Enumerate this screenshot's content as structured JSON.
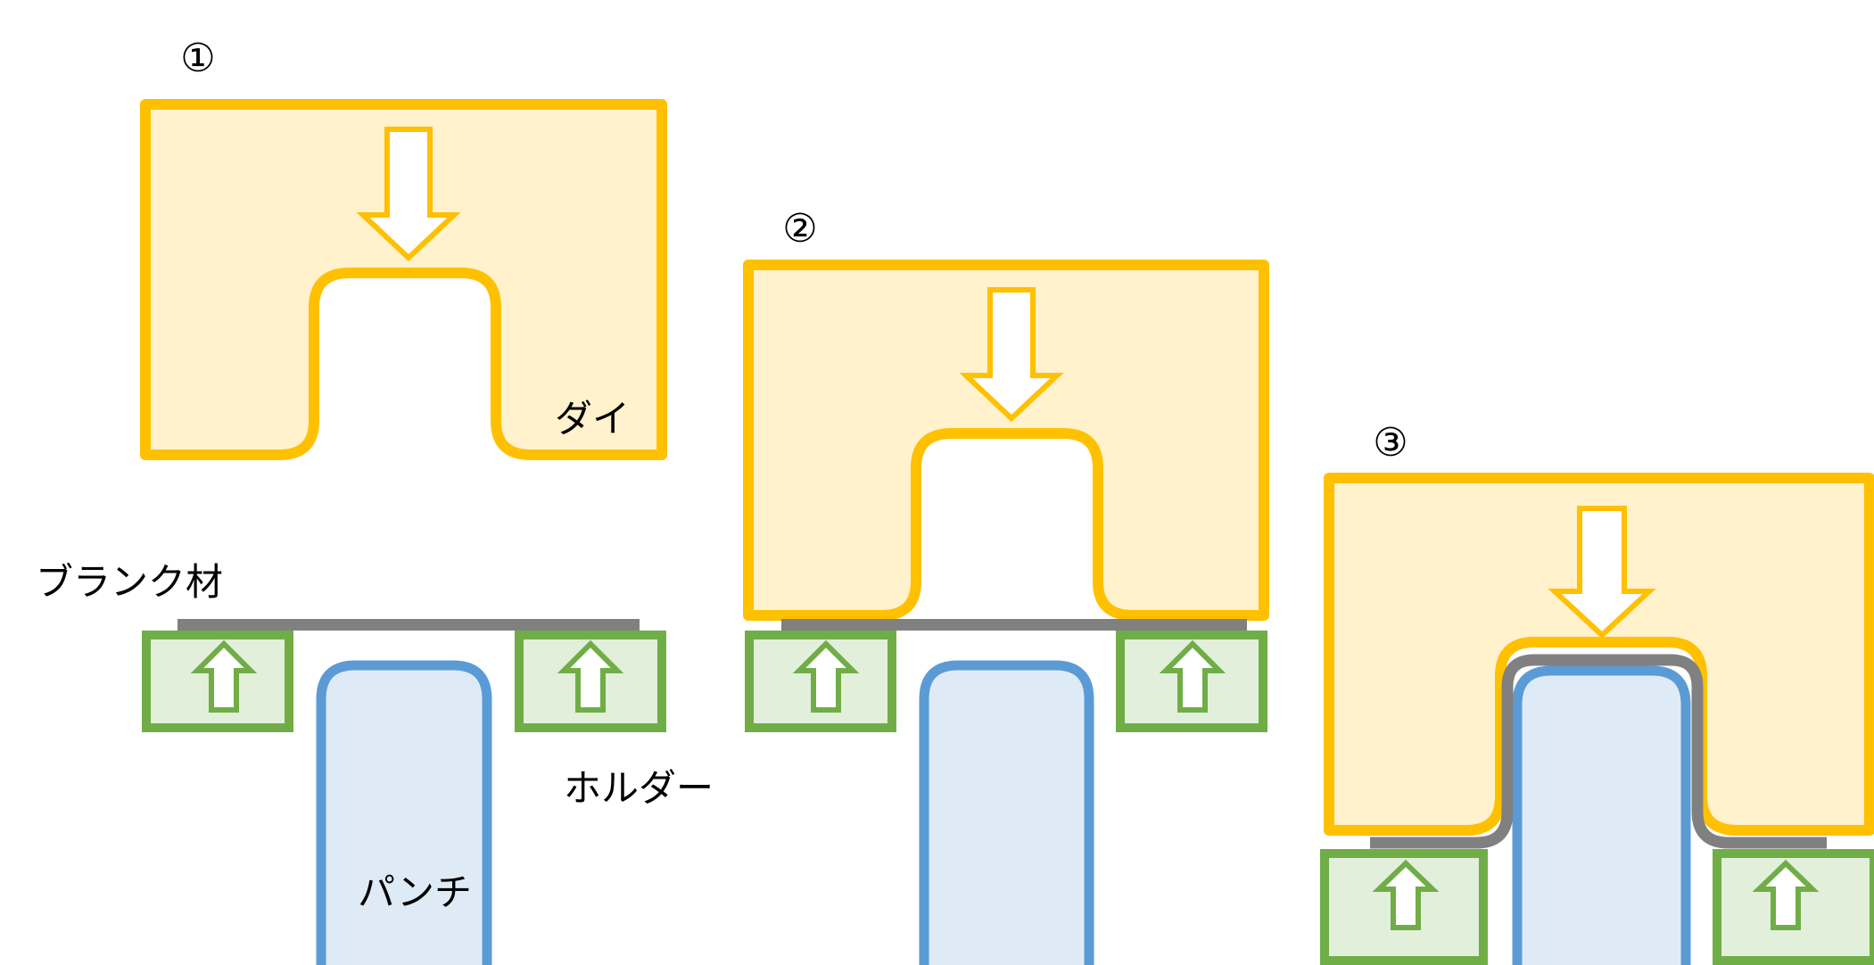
{
  "steps": [
    {
      "number": "①"
    },
    {
      "number": "②"
    },
    {
      "number": "③"
    }
  ],
  "labels": {
    "die": "ダイ",
    "blank": "ブランク材",
    "holder": "ホルダー",
    "punch": "パンチ"
  },
  "colors": {
    "die_stroke": "#FFC000",
    "die_fill": "#FFF2CC",
    "holder_stroke": "#70AD47",
    "holder_fill": "#E2EFDA",
    "punch_stroke": "#5B9BD5",
    "punch_fill": "#DEEBF7",
    "blank": "#808080"
  }
}
